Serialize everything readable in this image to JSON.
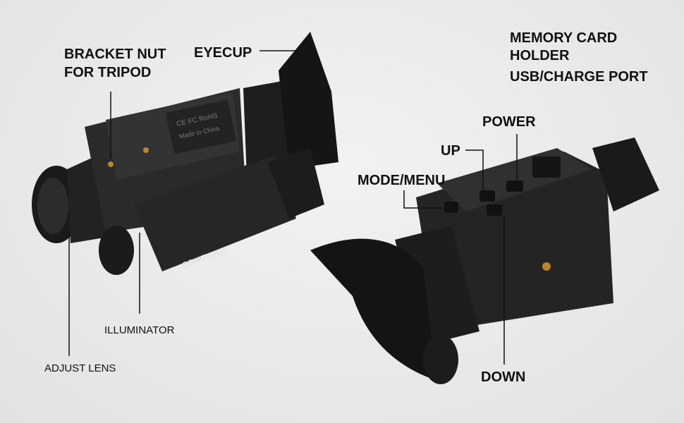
{
  "labels": {
    "bracket_nut": "BRACKET NUT",
    "for_tripod": "FOR TRIPOD",
    "eyecup": "EYECUP",
    "memory_card": "MEMORY CARD",
    "holder": "HOLDER",
    "usb_port": "USB/CHARGE PORT",
    "power": "POWER",
    "up": "UP",
    "mode_menu": "MODE/MENU",
    "illuminator": "ILLUMINATOR",
    "adjust_lens": "ADJUST LENS",
    "down": "DOWN"
  },
  "device_markings": {
    "brand": "YUANZIMGO",
    "certs": "CE FC RoHS",
    "origin": "Made in China"
  }
}
